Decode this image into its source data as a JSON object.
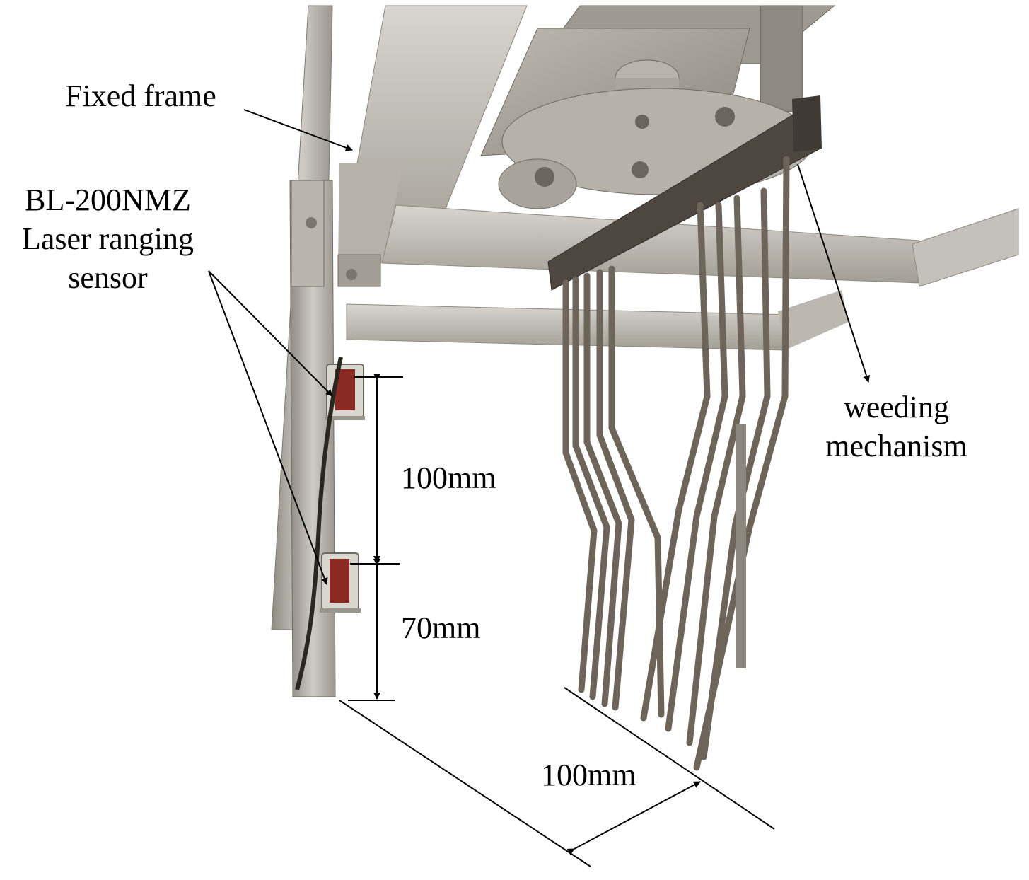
{
  "labels": {
    "fixed_frame": "Fixed frame",
    "sensor_line1": "BL-200NMZ",
    "sensor_line2": "Laser ranging",
    "sensor_line3": "sensor",
    "weeding_line1": "weeding",
    "weeding_line2": "mechanism",
    "dim_vertical_upper": "100mm",
    "dim_vertical_lower": "70mm",
    "dim_diagonal": "100mm"
  },
  "colors": {
    "metal_light": "#c9c7c2",
    "metal_mid": "#a8a49c",
    "metal_dark": "#6f6a60",
    "rod": "#6e655a",
    "sensor_housing": "#d9d6d0",
    "sensor_lens": "#8a2a22",
    "line": "#000000"
  }
}
